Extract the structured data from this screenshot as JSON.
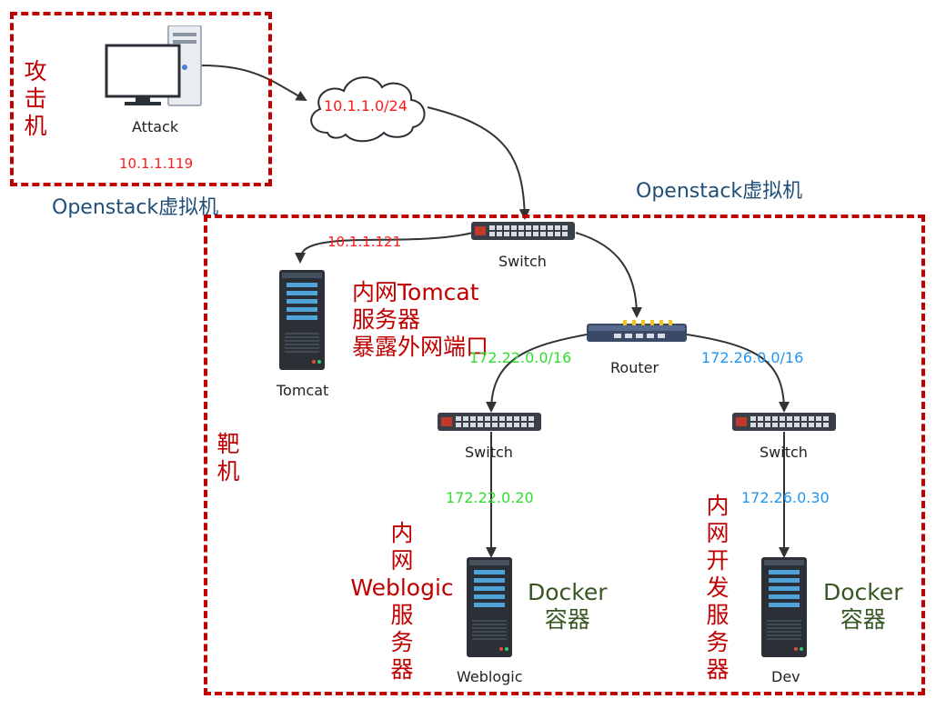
{
  "zones": {
    "attacker": {
      "label": "攻击机",
      "chars": [
        "攻",
        "击",
        "机"
      ],
      "platform": "Openstack虚拟机",
      "host": {
        "name": "Attack",
        "ip": "10.1.1.119"
      }
    },
    "target": {
      "label": "靶机",
      "chars": [
        "靶",
        "机"
      ],
      "platform": "Openstack虚拟机"
    }
  },
  "cloud": {
    "network": "10.1.1.0/24"
  },
  "switch_top": {
    "name": "Switch"
  },
  "router": {
    "name": "Router"
  },
  "tomcat": {
    "name": "Tomcat",
    "ip": "10.1.1.121",
    "desc": [
      "内网Tomcat",
      "服务器",
      "暴露外网端口"
    ]
  },
  "left_branch": {
    "subnet": "172.22.0.0/16",
    "switch": "Switch",
    "ip": "172.22.0.20",
    "server": "Weblogic",
    "desc_chars": [
      "内",
      "网",
      "Weblogic",
      "服",
      "务",
      "器"
    ],
    "container": [
      "Docker",
      "容器"
    ],
    "color": "#2ee02e"
  },
  "right_branch": {
    "subnet": "172.26.0.0/16",
    "switch": "Switch",
    "ip": "172.26.0.30",
    "server": "Dev",
    "desc_chars": [
      "内",
      "网",
      "开",
      "发",
      "服",
      "务",
      "器"
    ],
    "container": [
      "Docker",
      "容器"
    ],
    "color": "#2196f3"
  },
  "colors": {
    "zone_border": "#c00000",
    "ip_label": "#ff1a1a",
    "platform_text": "#1f4e79",
    "docker_text": "#375623"
  },
  "icons": {
    "attack_host": "desktop-pc-icon",
    "cloud": "cloud-icon",
    "switch": "network-switch-icon",
    "router": "router-icon",
    "server": "server-tower-icon"
  }
}
